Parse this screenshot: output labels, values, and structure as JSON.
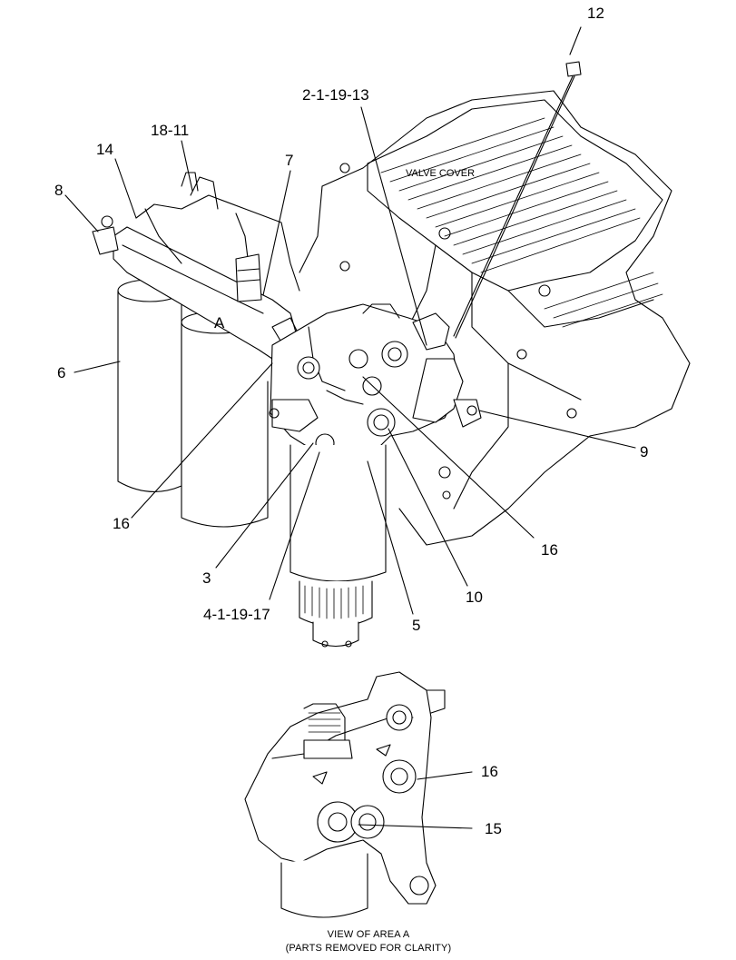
{
  "callouts": {
    "c12": "12",
    "c2_1_19_13": "2-1-19-13",
    "c18_11": "18-11",
    "c14": "14",
    "c8": "8",
    "c7": "7",
    "c6": "6",
    "cA": "A",
    "c16_left": "16",
    "c3": "3",
    "c4_1_19_17": "4-1-19-17",
    "c5": "5",
    "c10": "10",
    "c16_right": "16",
    "c9": "9",
    "c16_detail": "16",
    "c15_detail": "15"
  },
  "valve_cover_label": "VALVE COVER",
  "detail_caption": {
    "line1": "VIEW OF AREA  A",
    "line2": "(PARTS REMOVED FOR CLARITY)"
  }
}
